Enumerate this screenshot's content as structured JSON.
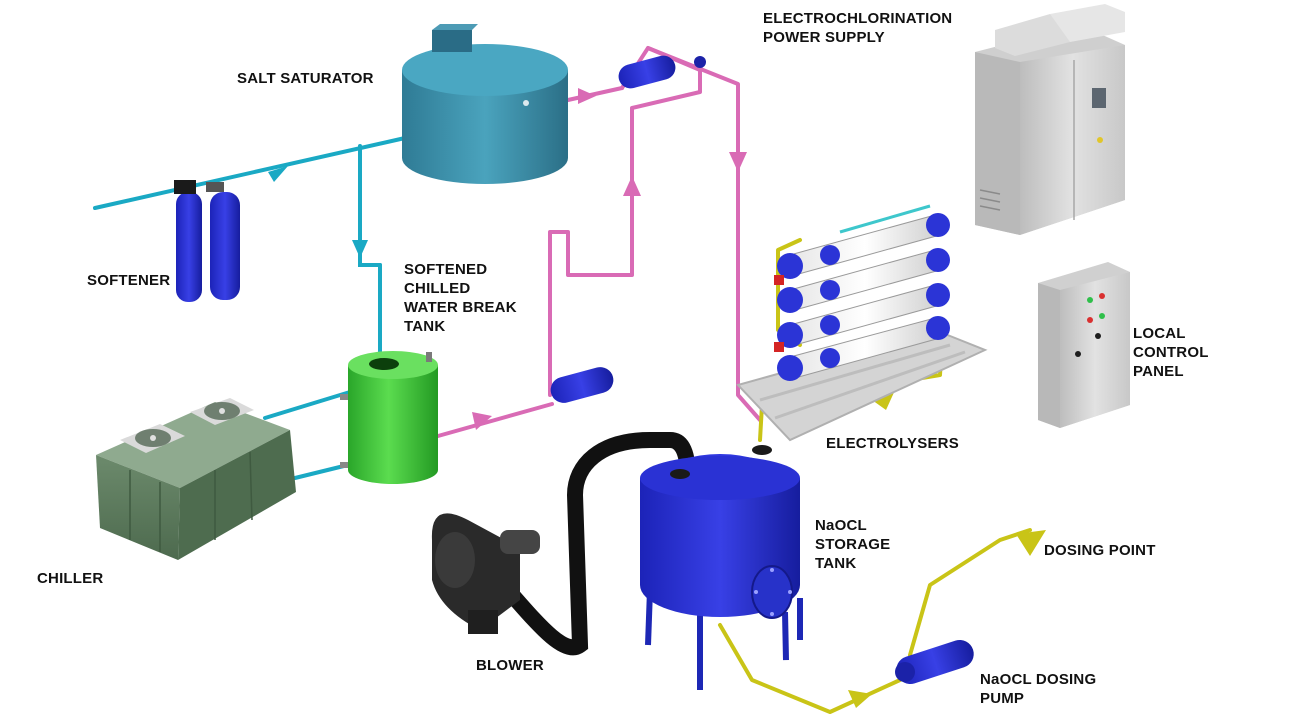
{
  "labels": {
    "salt_saturator": "SALT SATURATOR",
    "power_supply": [
      "ELECTROCHLORINATION",
      "POWER SUPPLY"
    ],
    "softener": "SOFTENER",
    "break_tank": [
      "SOFTENED",
      "CHILLED",
      "WATER BREAK",
      "TANK"
    ],
    "local_panel": [
      "LOCAL",
      "CONTROL",
      "PANEL"
    ],
    "electrolysers": "ELECTROLYSERS",
    "chiller": "CHILLER",
    "storage_tank": [
      "NaOCL",
      "STORAGE",
      "TANK"
    ],
    "dosing_point": "DOSING POINT",
    "blower": "BLOWER",
    "dosing_pump": [
      "NaOCL DOSING",
      "PUMP"
    ]
  },
  "colors": {
    "water_line": "#1aa9c4",
    "brine_line": "#d96bb5",
    "hypochlorite_line": "#c9c417",
    "air_line": "#111111",
    "salt_saturator": "#3a8ea8",
    "break_tank": "#3cc23c",
    "storage_tank": "#2b33d6",
    "chiller": "#5f7d60",
    "cabinet": "#d9d9d9",
    "softener": "#1f2fc4",
    "pump": "#2530c8"
  }
}
